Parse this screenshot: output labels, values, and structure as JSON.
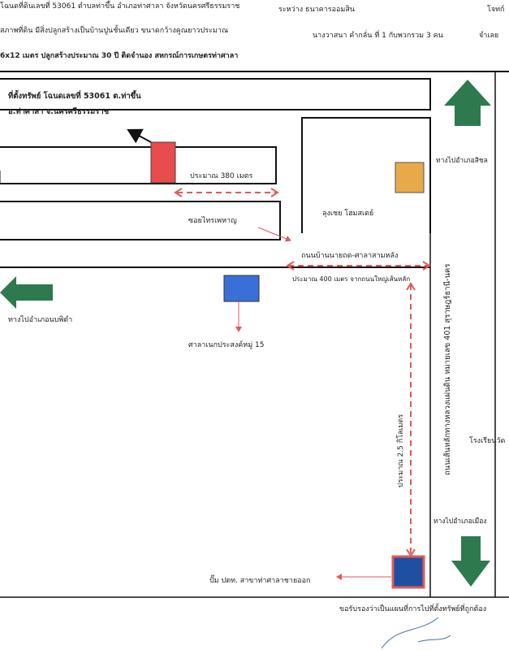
{
  "header": {
    "line1_left": "โฉนดที่ดินเลขที่ 53061 ตำบลท่าขึ้น อำเภอท่าศาลา จังหวัดนครศรีธรรมราช",
    "line1_mid": "ระหว่าง  ธนาคารออมสิน",
    "line1_right": "โจทก์",
    "line2_left": "สภาพที่ดิน มีสิ่งปลูกสร้างเป็นบ้านปูนชั้นเดียว ขนาดกว้างคูณยาวประมาณ",
    "line2_mid": "นางวาสนา คำกลั่น ที่ 1 กับพวกรวม 3 คน",
    "line2_right": "จำเลย",
    "line3_left": "6x12 เมตร ปลูกสร้างประมาณ 30 ปี ติดจำนอง สหกรณ์การเกษตรท่าศาลา"
  },
  "map": {
    "property_line1": "ที่ตั้งทรัพย์ โฉนดเลขที่ 53061 ต.ท่าขึ้น",
    "property_line2": "อ.ท่าศาลา จ.นครศรีธรรมราช",
    "dist_380": "ประมาณ 380 เมตร",
    "soi_label": "ซอยไทรเพหาญ",
    "shop_label": "ลุงเชย โฮมสเตย์",
    "road_label": "ถนนบ้านนายถด-ศาลาสามหลัง",
    "dist_400": "ประมาณ 400 เมตร จากถนนใหญ่เส้นหลัก",
    "left_arrow_label": "ทางไปอำเภอนบพิตำ",
    "sala_label": "ศาลาเนกประสงค์หมู่ 15",
    "highway_label": "ถนนเส้นหลักทางหลวงแผ่นดิน หมายเลข 401 สุราษฎร์ธานี-นคร",
    "up_arrow_label": "ทางไปอำเภอสิชล",
    "dist_25km": "ประมาณ 2.5 กิโลเมตร",
    "school_label": "โรงเรียนวัด",
    "down_arrow_label": "ทางไปอำเภอเมือง",
    "gas_label": "ปั๊ม ปตท. สาขาท่าศาลาชายออก"
  },
  "footer": {
    "certify": "ขอรับรองว่าเป็นแผนที่การไปที่ตั้งทรัพย์ที่ถูกต้อง"
  },
  "colors": {
    "property": "#e84c4c",
    "shop": "#e8a94a",
    "sala": "#3a6fd8",
    "gas_pump": "#1f4fa0",
    "arrow_green": "#2e7a4e",
    "dashed_red": "#e05a5a"
  }
}
